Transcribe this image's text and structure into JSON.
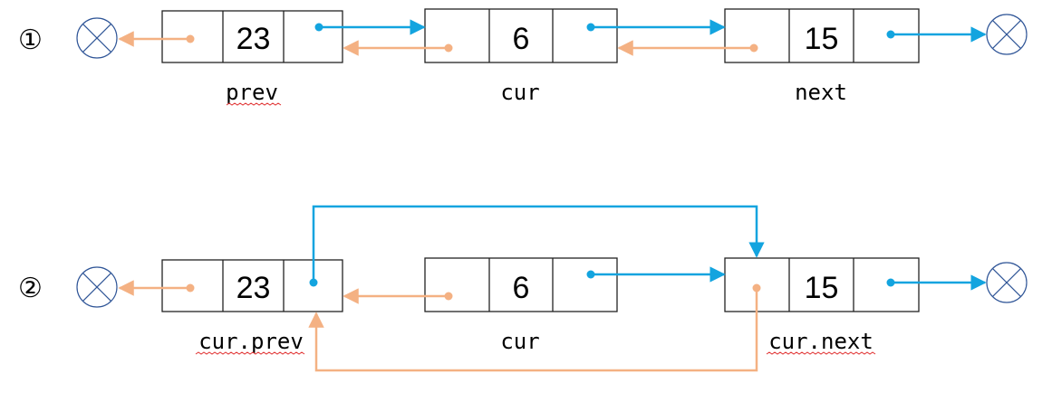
{
  "steps": [
    {
      "marker": "①",
      "nodes": [
        {
          "value": "23",
          "label": "prev"
        },
        {
          "value": "6",
          "label": "cur"
        },
        {
          "value": "15",
          "label": "next"
        }
      ]
    },
    {
      "marker": "②",
      "nodes": [
        {
          "value": "23",
          "label": "cur.prev"
        },
        {
          "value": "6",
          "label": "cur"
        },
        {
          "value": "15",
          "label": "cur.next"
        }
      ]
    }
  ],
  "colors": {
    "next_pointer": "#13a4df",
    "prev_pointer": "#f4b183",
    "null_symbol": "#2f5597",
    "node_border": "#222222"
  }
}
